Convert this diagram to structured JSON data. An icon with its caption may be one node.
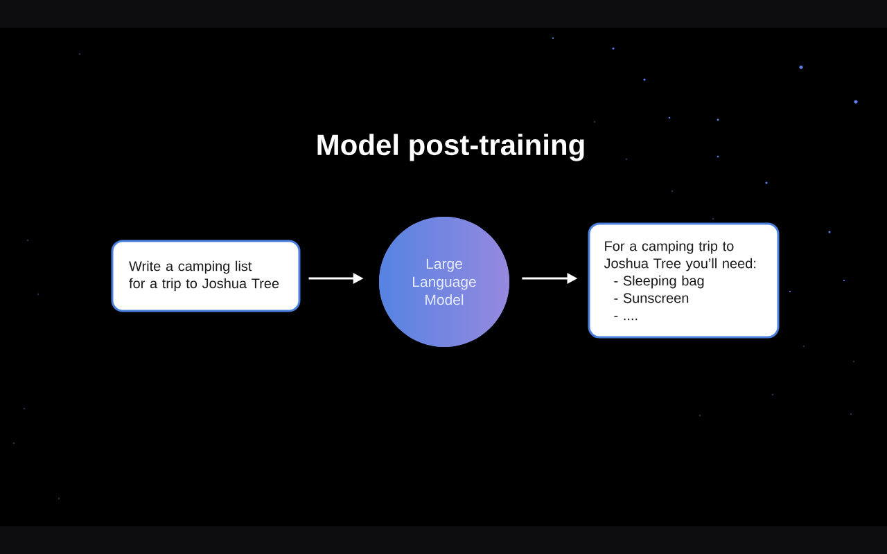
{
  "diagram": {
    "title": "Model post-training",
    "nodes": [
      {
        "text": [
          "Write a camping list for a trip to Joshua Tree"
        ]
      },
      {
        "text": [
          "Large Language Model"
        ]
      },
      {
        "text": [
          "For a camping trip to Joshua Tree you’ll need:",
          "- Sleeping bag",
          "- Sunscreen",
          "- ...."
        ]
      }
    ],
    "edges": [
      {
        "from": 0,
        "to": 1,
        "arrow": "to"
      },
      {
        "from": 1,
        "to": 2,
        "arrow": "to"
      }
    ]
  }
}
